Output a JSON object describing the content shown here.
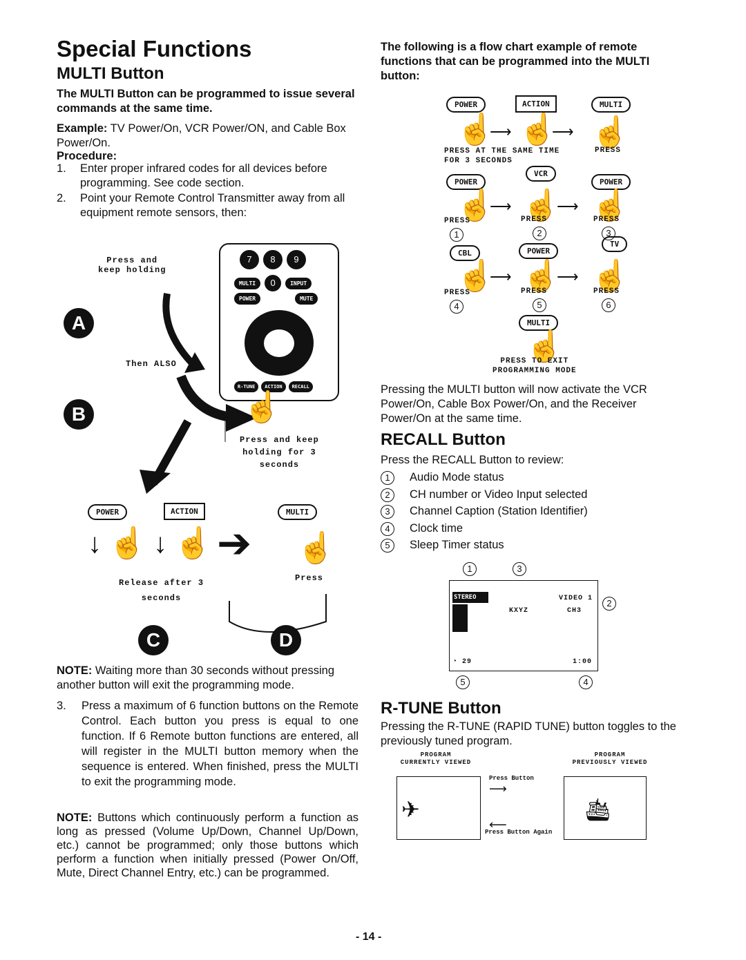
{
  "page_title": "Special Functions",
  "multi": {
    "heading": "MULTI Button",
    "intro": "The MULTI Button can be programmed to issue several commands at the same time.",
    "example_label": "Example:",
    "example_text": " TV Power/On, VCR Power/ON, and Cable Box Power/On.",
    "procedure_label": "Procedure:",
    "steps": [
      {
        "num": "1.",
        "text": "Enter proper infrared codes for all devices before programming. See code section."
      },
      {
        "num": "2.",
        "text": "Point your Remote Control Transmitter away from all equipment remote sensors, then:"
      }
    ],
    "diagram": {
      "press_keep": "Press and\nkeep holding",
      "then_also": "Then ALSO",
      "press_keep_3": "Press and keep\nholding for 3\nseconds",
      "release": "Release after 3\nseconds",
      "press": "Press",
      "marker_a": "A",
      "marker_b": "B",
      "marker_c": "C",
      "marker_d": "D",
      "remote_keys": [
        "7",
        "8",
        "9",
        "MULTI",
        "0",
        "INPUT",
        "POWER",
        "MUTE",
        "R-TUNE",
        "ACTION",
        "RECALL"
      ],
      "buttons": [
        "POWER",
        "ACTION",
        "MULTI"
      ]
    },
    "note1_label": "NOTE:",
    "note1_text": " Waiting more than 30 seconds without pressing another button will exit the programming mode.",
    "step3_num": "3.",
    "step3_text": "Press a maximum of 6 function buttons on the Remote Control. Each button you press is equal to one function. If 6 Remote button functions are entered, all will register in the MULTI button memory when the sequence is entered. When finished, press the MULTI to exit the programming mode.",
    "note2_label": "NOTE:",
    "note2_text": " Buttons which continuously perform a function as long as pressed (Volume Up/Down, Channel Up/Down, etc.) cannot be programmed; only those buttons which perform a function when initially pressed (Power On/Off, Mute, Direct Channel Entry, etc.) can be programmed."
  },
  "flow": {
    "intro": "The following is a flow chart example of remote functions that can be programmed into the MULTI button:",
    "row1_buttons": [
      "POWER",
      "ACTION",
      "MULTI"
    ],
    "row1_caption_left": "PRESS AT THE SAME TIME\nFOR 3 SECONDS",
    "row1_caption_right": "PRESS",
    "row2_buttons": [
      "POWER",
      "VCR",
      "POWER"
    ],
    "row2_captions": [
      "PRESS",
      "PRESS",
      "PRESS"
    ],
    "row2_numbers": [
      "1",
      "2",
      "3"
    ],
    "row3_buttons": [
      "CBL",
      "POWER",
      "TV"
    ],
    "row3_captions": [
      "PRESS",
      "PRESS",
      "PRESS"
    ],
    "row3_numbers": [
      "4",
      "5",
      "6"
    ],
    "exit_button": "MULTI",
    "exit_caption": "PRESS TO EXIT\nPROGRAMMING MODE",
    "result": "Pressing the MULTI button will now activate the VCR Power/On, Cable Box Power/On, and the Receiver Power/On at the same time."
  },
  "recall": {
    "heading": "RECALL Button",
    "intro": "Press the RECALL Button to review:",
    "items": [
      {
        "num": "1",
        "text": "Audio Mode status"
      },
      {
        "num": "2",
        "text": "CH number or Video Input selected"
      },
      {
        "num": "3",
        "text": "Channel Caption (Station Identifier)"
      },
      {
        "num": "4",
        "text": "Clock time"
      },
      {
        "num": "5",
        "text": "Sleep Timer status"
      }
    ],
    "screen": {
      "top_markers": [
        "1",
        "3"
      ],
      "side_marker": "2",
      "bottom_markers": [
        "5",
        "4"
      ],
      "stereo": "STEREO",
      "video": "VIDEO 1",
      "station": "KXYZ",
      "channel": "CH3",
      "sleep": "29",
      "clock": "1:00"
    }
  },
  "rtune": {
    "heading": "R-TUNE Button",
    "text": "Pressing the R-TUNE (RAPID TUNE) button toggles to the previously tuned program.",
    "left_label": "PROGRAM\nCURRENTLY VIEWED",
    "right_label": "PROGRAM\nPREVIOUSLY VIEWED",
    "press_button": "Press Button",
    "press_again": "Press Button Again"
  },
  "page_number": "- 14 -"
}
